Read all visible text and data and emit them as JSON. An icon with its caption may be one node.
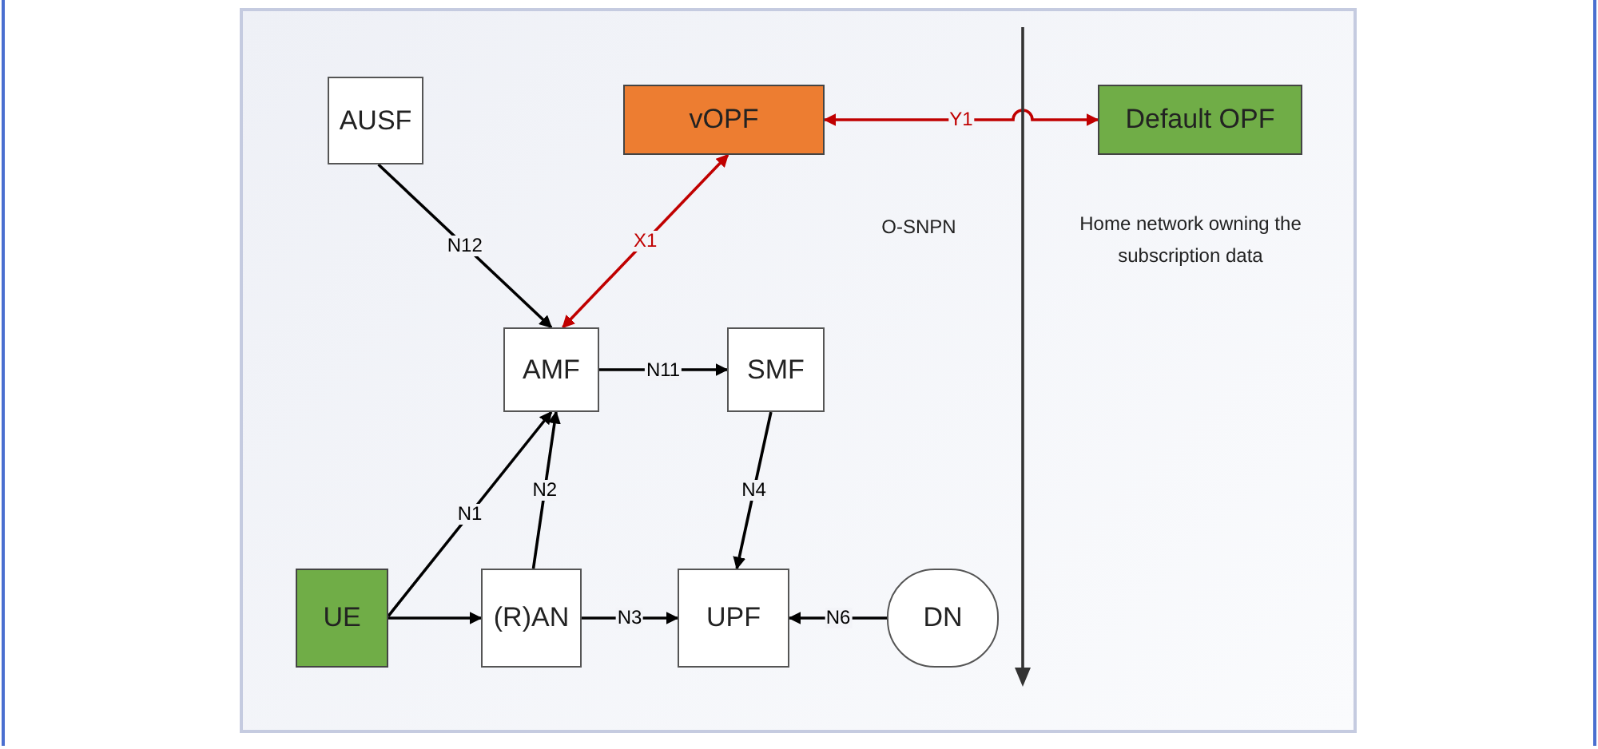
{
  "diagram": {
    "nodes": [
      {
        "text": [
          "AUSF"
        ]
      },
      {
        "text": [
          "vOPF"
        ]
      },
      {
        "text": [
          "Default OPF"
        ]
      },
      {
        "text": [
          "AMF"
        ]
      },
      {
        "text": [
          "SMF"
        ]
      },
      {
        "text": [
          "UE"
        ]
      },
      {
        "text": [
          "(R)AN"
        ]
      },
      {
        "text": [
          "UPF"
        ]
      },
      {
        "text": [
          "DN"
        ]
      }
    ],
    "edges": [
      {
        "from": 0,
        "to": 3,
        "arrow": "to",
        "label": "N12"
      },
      {
        "from": 3,
        "to": 1,
        "arrow": "both",
        "label": "X1",
        "color": "#c00000"
      },
      {
        "from": 1,
        "to": 2,
        "arrow": "both",
        "label": "Y1",
        "color": "#c00000"
      },
      {
        "from": 3,
        "to": 4,
        "arrow": "to",
        "label": "N11"
      },
      {
        "from": 5,
        "to": 3,
        "arrow": "to",
        "label": "N1"
      },
      {
        "from": 6,
        "to": 3,
        "arrow": "to",
        "label": "N2"
      },
      {
        "from": 5,
        "to": 6,
        "arrow": "to"
      },
      {
        "from": 6,
        "to": 7,
        "arrow": "to",
        "label": "N3"
      },
      {
        "from": 4,
        "to": 7,
        "arrow": "to",
        "label": "N4"
      },
      {
        "from": 8,
        "to": 7,
        "arrow": "to",
        "label": "N6"
      }
    ],
    "labels": [
      "O-SNPN",
      "Home network owning the subscription data"
    ]
  }
}
